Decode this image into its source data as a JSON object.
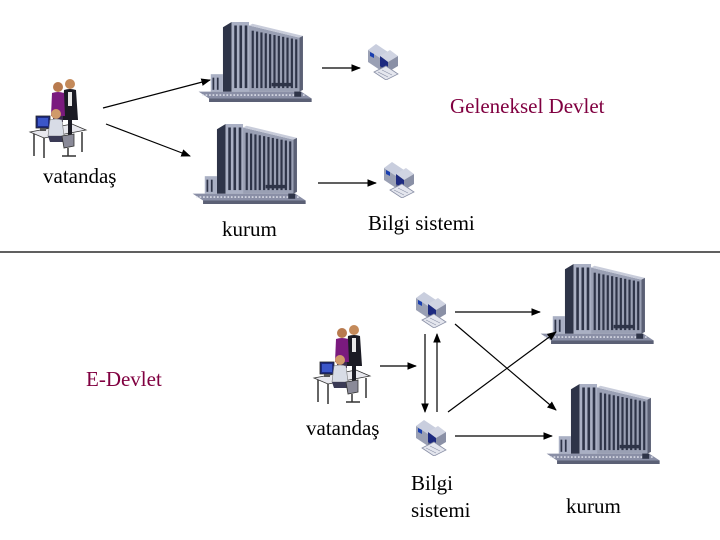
{
  "colors": {
    "traditional_label": "#800040",
    "edevlet_label": "#800040",
    "text": "#000000",
    "building_body": "#9aa0b4",
    "building_dark": "#2e3448",
    "window": "#d8dce8",
    "arrow": "#000000",
    "divider": "#000000"
  },
  "top_section": {
    "title": "Geleneksel Devlet",
    "citizen_label": "vatandaş",
    "institution_label": "kurum",
    "info_system_label": "Bilgi sistemi"
  },
  "bottom_section": {
    "title": "E-Devlet",
    "citizen_label": "vatandaş",
    "info_system_label_line1": "Bilgi",
    "info_system_label_line2": "sistemi",
    "institution_label": "kurum"
  },
  "icons": {
    "citizen": "people-at-computer-icon",
    "institution": "office-building-icon",
    "info_system": "computer-workstation-icon"
  }
}
